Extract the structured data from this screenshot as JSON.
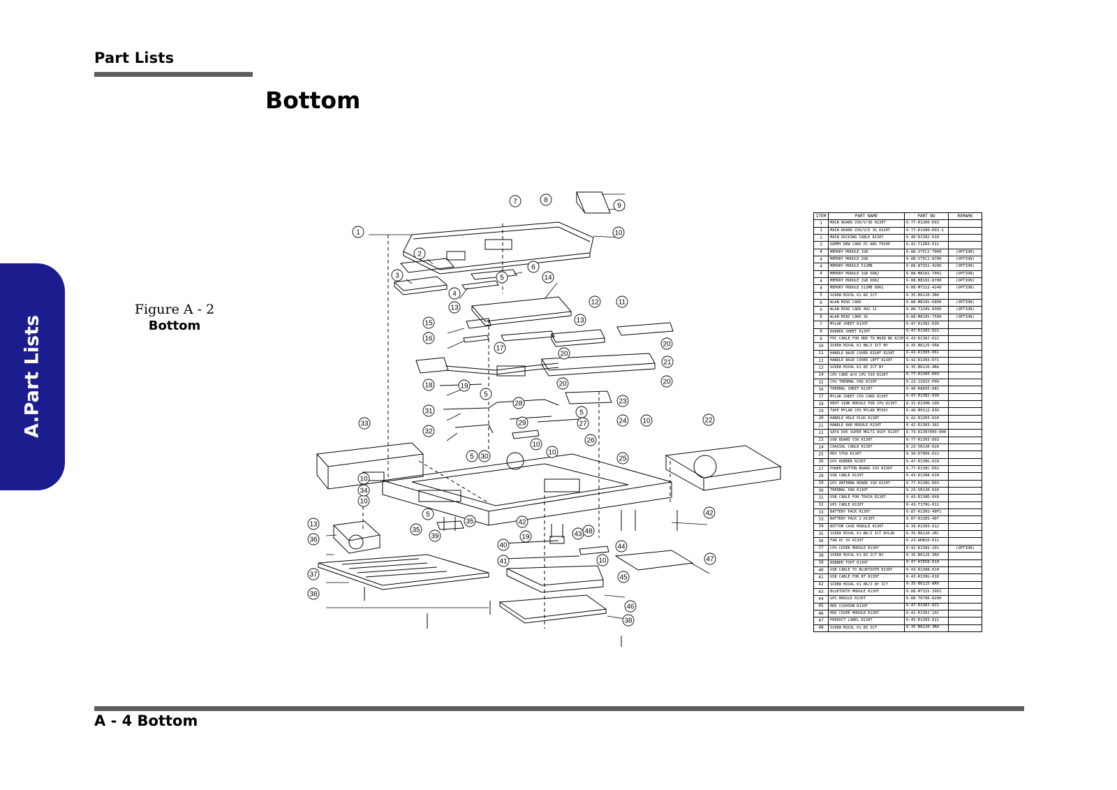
{
  "header": {
    "section_label": "Part Lists",
    "page_title": "Bottom"
  },
  "side_tab": {
    "label": "A.Part Lists",
    "color": "#1b1c8e"
  },
  "figure": {
    "number": "Figure A - 2",
    "name": "Bottom"
  },
  "callouts": [
    "1",
    "2",
    "3",
    "4",
    "5",
    "5",
    "5",
    "5",
    "5",
    "6",
    "7",
    "8",
    "10",
    "10",
    "10",
    "10",
    "10",
    "10",
    "10",
    "11",
    "12",
    "13",
    "13",
    "13",
    "14",
    "15",
    "16",
    "17",
    "18",
    "19",
    "19",
    "20",
    "20",
    "20",
    "20",
    "21",
    "22",
    "23",
    "24",
    "25",
    "26",
    "27",
    "28",
    "29",
    "30",
    "31",
    "32",
    "33",
    "34",
    "35",
    "35",
    "36",
    "37",
    "38",
    "38",
    "39",
    "40",
    "41",
    "42",
    "42",
    "43",
    "44",
    "45",
    "46",
    "47",
    "48",
    "9"
  ],
  "parts_table": {
    "headers": [
      "ITEM",
      "PART     NAME",
      "PART    NO",
      "REMARK"
    ],
    "rows": [
      [
        "1",
        "MAIN BOARD V30/V/3D R130T",
        "6-77-R1300-D03",
        ""
      ],
      [
        "1",
        "MAIN BOARD V30/V/D 3G R130T",
        "6-77-R1300-D03-1",
        ""
      ],
      [
        "2",
        "MAIN DOCKING CABLE R130T",
        "6-40-R1302-010",
        ""
      ],
      [
        "3",
        "DUMMY NEW CARD PC-ABS TH20P",
        "6-42-T12R3-011",
        ""
      ],
      [
        "4",
        "MEMORY MODULE 1GB",
        "6-88-V75C2-7000",
        "(OPTION)"
      ],
      [
        "4",
        "MEMORY MODULE 2GB",
        "6-88-V75C2-8700",
        "(OPTION)"
      ],
      [
        "4",
        "MEMORY MODULE 512MB",
        "6-88-N7352-4200",
        "(OPTION)"
      ],
      [
        "4",
        "MEMORY MODULE 1GB DDR2",
        "6-88-M8102-7001",
        "(OPTION)"
      ],
      [
        "4",
        "MEMORY MODULE 2GB DDR2",
        "6-88-M8102-8700",
        "(OPTION)"
      ],
      [
        "4",
        "MEMORY MODULE 512MB DDR2",
        "6-88-M7212-4240",
        "(OPTION)"
      ],
      [
        "5",
        "SCREW M2X3L K1 BZ ICT",
        "6-35-B6120-3R0",
        ""
      ],
      [
        "6",
        "WLAN MINI CARD",
        "6-88-M810V-6800",
        "(OPTION)"
      ],
      [
        "6",
        "WLAN MINI CARD 802.11",
        "6-88-T120V-8300",
        "(OPTION)"
      ],
      [
        "6",
        "WLAN MINI CARD 3G",
        "6-88-M810V-7500",
        "(OPTION)"
      ],
      [
        "7",
        "MYLAR SHEET R130T",
        "6-47-R1302-D30",
        ""
      ],
      [
        "8",
        "RUBBER SHEET R130T",
        "6-47-R1302-021",
        ""
      ],
      [
        "9",
        "FPC CABLE FOR HDD TO MAIN BD R130T",
        "6-43-R130J-012",
        ""
      ],
      [
        "10",
        "SCREW M2X4L K1 BK/Z ICT NY",
        "6-35-B6125-5RA",
        ""
      ],
      [
        "11",
        "HANDLE BASE COVER RIGHT R130T",
        "6-42-R1303-061",
        ""
      ],
      [
        "12",
        "HANDLE BASE COVER LEFT R130T",
        "6-42-R1303-071",
        ""
      ],
      [
        "13",
        "SCREW M2X4L K1 BZ ICT NY",
        "6-35-B6126-4RA",
        ""
      ],
      [
        "14",
        "CPU CARD W/O CPU V30 R130T",
        "6-77-R1305-D03",
        ""
      ],
      [
        "15",
        "CPU THERMAL PAD R130T",
        "6-23-22015-P00",
        ""
      ],
      [
        "16",
        "THERMAL SHEET R130T",
        "6-40-R8605-081",
        ""
      ],
      [
        "17",
        "MYLAR SHEET CPU CARD R130T",
        "6-47-R1302-030",
        ""
      ],
      [
        "18",
        "HEAT SINK MODULE FOR CPU R130T",
        "6-31-R130N-100",
        ""
      ],
      [
        "19",
        "TAPE MYLAR CPU MYLAR M550J",
        "6-40-M5512-030",
        ""
      ],
      [
        "20",
        "HANDLE HOLE PLUG R130T",
        "6-42-R1303-010",
        ""
      ],
      [
        "21",
        "HANDLE BAR MODULE R130T",
        "6-42-R1303-301",
        ""
      ],
      [
        "22",
        "SATA DVD SUPER MULTI ASSY R130T",
        "6-79-R1307000-000",
        ""
      ],
      [
        "23",
        "USB BOARD V30 R130T",
        "6-77-R1303-D03",
        ""
      ],
      [
        "24",
        "COAXIAL CABLE R130T",
        "6-23-5R130-020",
        ""
      ],
      [
        "25",
        "HEX STUD R130T",
        "6-34-D7009-012",
        ""
      ],
      [
        "26",
        "GPS RUBBER R130T",
        "6-47-R130G-010",
        ""
      ],
      [
        "27",
        "POWER BUTTON BOARD V20 R130T",
        "6-77-R130C-D02",
        ""
      ],
      [
        "28",
        "USB CABLE R130T",
        "6-43-R1308-010",
        ""
      ],
      [
        "29",
        "GPS ANTENNA BOARD V30 R130T",
        "6-77-R130G-D03",
        ""
      ],
      [
        "30",
        "THERMAL PAD R130T",
        "6-23-5R130-010",
        ""
      ],
      [
        "31",
        "USB CABLE FOR TOUCH R130T",
        "6-43-R130D-0X0",
        ""
      ],
      [
        "32",
        "GPS CABLE R130T",
        "6-43-T170G-011",
        ""
      ],
      [
        "33",
        "BATTERY PACK R130T",
        "6-87-R130S-40F1",
        ""
      ],
      [
        "33",
        "BATTERY PACK 2 R130T",
        "6-87-R130S-407",
        ""
      ],
      [
        "34",
        "BOTTOM CASE MODULE R130T",
        "6-39-R1303-012",
        ""
      ],
      [
        "35",
        "SCREW M2X4L K1 BK/Z ICT NYLOK",
        "6-35-B6120-2RC",
        ""
      ],
      [
        "36",
        "FAN DC 5V R130T",
        "6-23-AM810-011",
        ""
      ],
      [
        "37",
        "CPU COVER MODULE R130T",
        "6-42-R130S-101",
        "(OPTION)"
      ],
      [
        "38",
        "SCREW M2X3L K1 BZ ICT NY",
        "6-35-B6125-3R0",
        ""
      ],
      [
        "39",
        "RUBBER FOOT R130T",
        "6-47-H7658-010",
        ""
      ],
      [
        "40",
        "USB CABLE TO BLUETOOTH R130T",
        "6-43-R1308-010",
        ""
      ],
      [
        "41",
        "USB CABLE FOR BT R130T",
        "6-43-R130G-010",
        ""
      ],
      [
        "42",
        "SCREW M2X4L K1 BK/Z NY ICT",
        "6-35-B6125-8R0",
        ""
      ],
      [
        "43",
        "BLUETOOTH MODULE R130T",
        "6-88-M7315-3901",
        ""
      ],
      [
        "44",
        "GPS MODULE R130T",
        "6-88-T6706-8200",
        ""
      ],
      [
        "45",
        "HDD CUSHION R130T",
        "6-47-R130J-021",
        ""
      ],
      [
        "46",
        "HDD COVER MODULE R130T",
        "6-42-R130J-101",
        ""
      ],
      [
        "47",
        "PRODUCT LABEL R130T",
        "6-45-R1303-011",
        ""
      ],
      [
        "48",
        "SCREW M2X3L K1 BZ ICT",
        "6-35-B8120-3R0",
        ""
      ]
    ]
  },
  "footer": {
    "label": "A - 4 Bottom"
  },
  "colors": {
    "rule": "#5d5d5d",
    "tab": "#1b1c8e"
  }
}
